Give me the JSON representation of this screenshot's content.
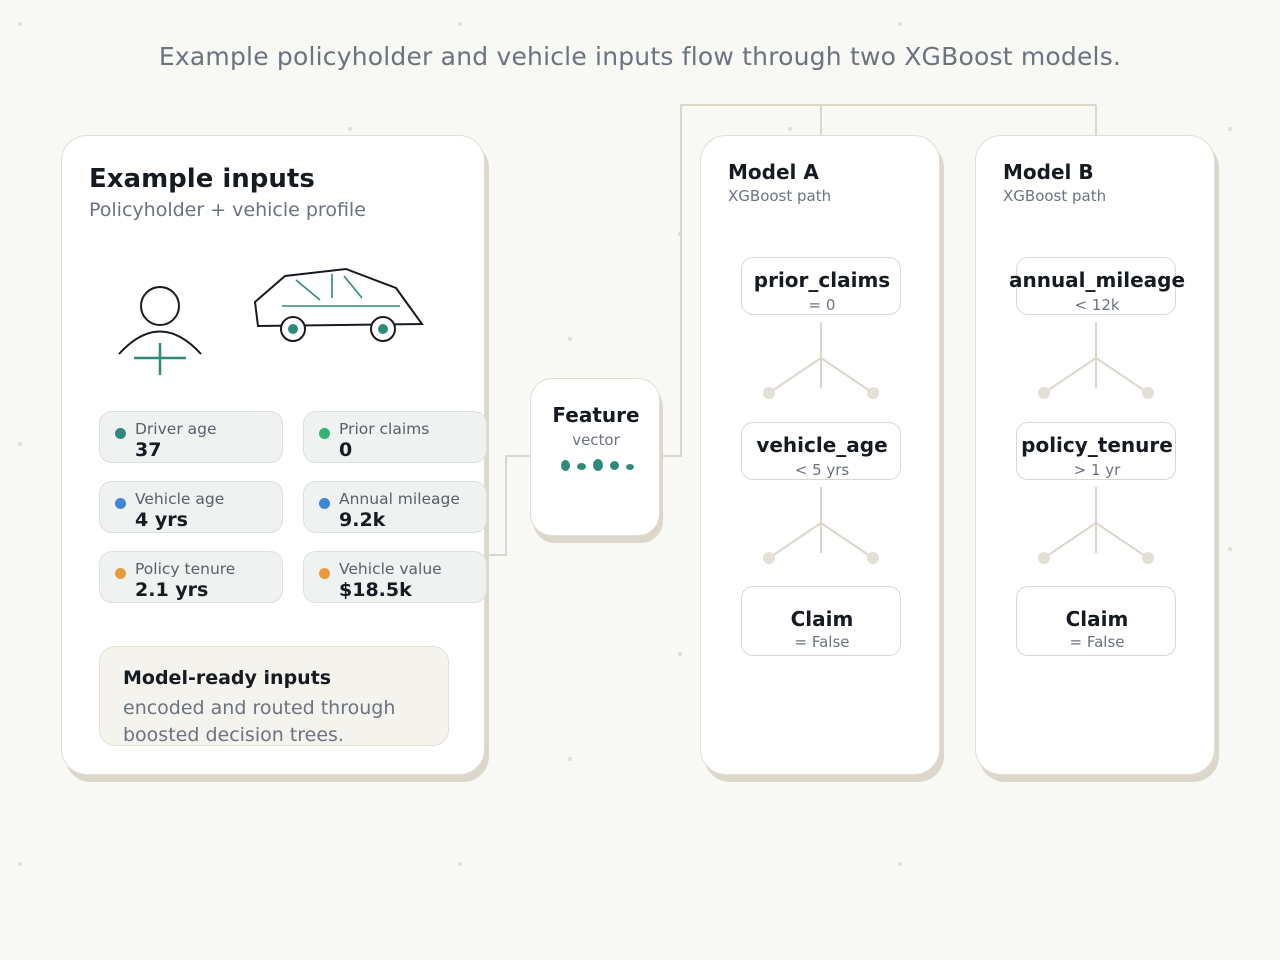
{
  "title": "Example policyholder and vehicle inputs flow through two XGBoost models.",
  "inputs": {
    "title": "Example inputs",
    "subtitle": "Policyholder + vehicle profile",
    "icons": [
      "person-icon",
      "car-icon"
    ],
    "features": [
      {
        "label": "Driver age",
        "value": "37",
        "color": "#2e8b7b"
      },
      {
        "label": "Prior claims",
        "value": "0",
        "color": "#2fb36e"
      },
      {
        "label": "Vehicle age",
        "value": "4 yrs",
        "color": "#3f86d6"
      },
      {
        "label": "Annual mileage",
        "value": "9.2k",
        "color": "#3f86d6"
      },
      {
        "label": "Policy tenure",
        "value": "2.1 yrs",
        "color": "#e89a3c"
      },
      {
        "label": "Vehicle value",
        "value": "$18.5k",
        "color": "#e89a3c"
      }
    ],
    "ready": {
      "title": "Model-ready inputs",
      "text": "encoded and routed through boosted decision trees."
    }
  },
  "feature": {
    "title": "Feature",
    "subtitle": "vector",
    "accent": "#2e8b7b"
  },
  "models": [
    {
      "title": "Model A",
      "subtitle": "XGBoost path",
      "nodes": [
        {
          "name": "prior_claims",
          "cond": "= 0"
        },
        {
          "name": "vehicle_age",
          "cond": "< 5 yrs"
        },
        {
          "name": "Claim",
          "cond": "= False"
        }
      ]
    },
    {
      "title": "Model B",
      "subtitle": "XGBoost path",
      "nodes": [
        {
          "name": "annual_mileage",
          "cond": "< 12k"
        },
        {
          "name": "policy_tenure",
          "cond": "> 1 yr"
        },
        {
          "name": "Claim",
          "cond": "= False"
        }
      ]
    }
  ],
  "colors": {
    "background": "#f8f8f4",
    "connector": "#dcd6cb",
    "accent": "#2e8b7b",
    "text": "#161b22",
    "muted": "#6b7280"
  }
}
